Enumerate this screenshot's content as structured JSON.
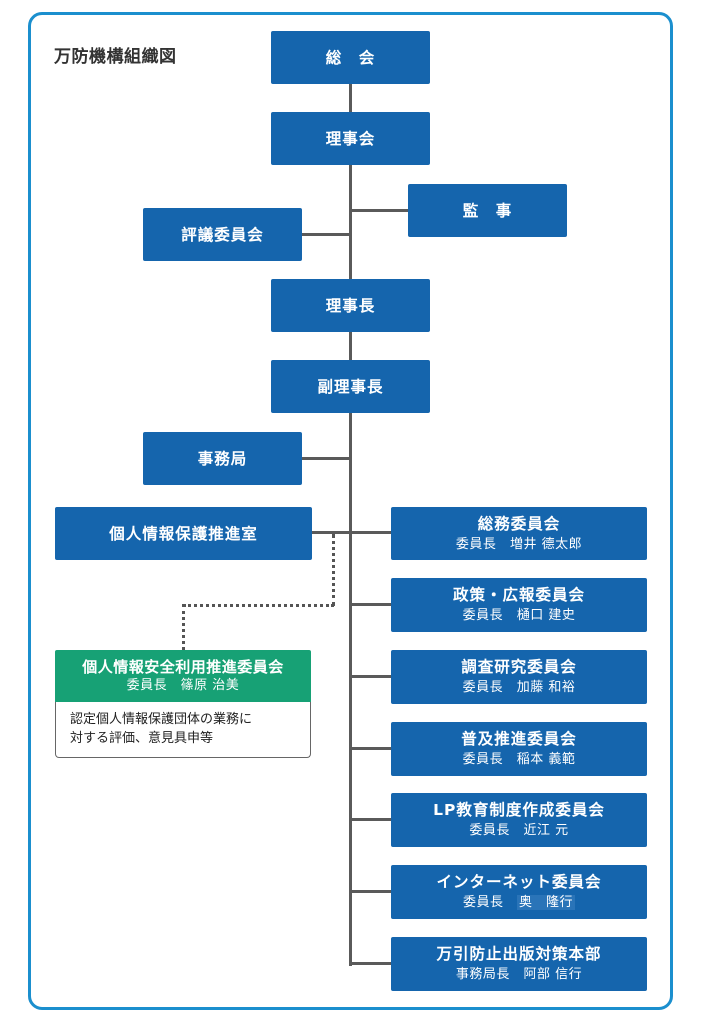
{
  "title": "万防機構組織図",
  "colors": {
    "frame": "#1b8fce",
    "box": "#1565ad",
    "green": "#17a175",
    "line": "#5a5a5a"
  },
  "nodes": {
    "general_meeting": "総　会",
    "board": "理事会",
    "auditor": "監　事",
    "councilors": "評議委員会",
    "chairman": "理事長",
    "vice_chairman": "副理事長",
    "secretariat": "事務局",
    "privacy_office": "個人情報保護推進室"
  },
  "green_committee": {
    "name": "個人情報安全利用推進委員会",
    "chair": "委員長　篠原 治美",
    "description_line1": "認定個人情報保護団体の業務に",
    "description_line2": "対する評価、意見具申等"
  },
  "committees": [
    {
      "name": "総務委員会",
      "chair_title": "委員長",
      "chair_name": "増井 德太郎"
    },
    {
      "name": "政策・広報委員会",
      "chair_title": "委員長",
      "chair_name": "樋口 建史"
    },
    {
      "name": "調査研究委員会",
      "chair_title": "委員長",
      "chair_name": "加藤 和裕"
    },
    {
      "name": "普及推進委員会",
      "chair_title": "委員長",
      "chair_name": "稲本 義範"
    },
    {
      "name": "LP教育制度作成委員会",
      "chair_title": "委員長",
      "chair_name": "近江 元"
    },
    {
      "name": "インターネット委員会",
      "chair_title": "委員長",
      "chair_name": "奥　隆行"
    },
    {
      "name": "万引防止出版対策本部",
      "chair_title": "事務局長",
      "chair_name": "阿部 信行"
    }
  ]
}
